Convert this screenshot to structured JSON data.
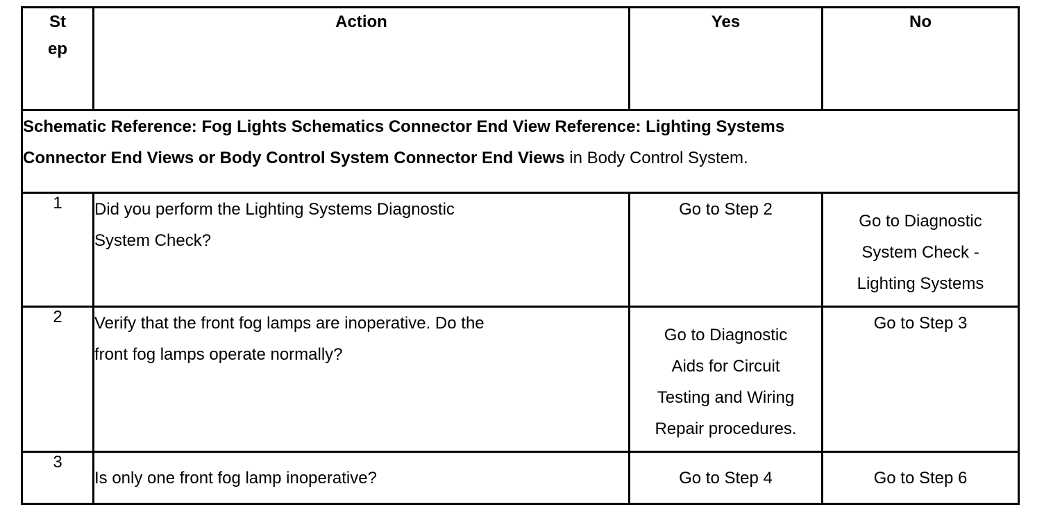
{
  "header": {
    "step_line1": "St",
    "step_line2": "ep",
    "action": "Action",
    "yes": "Yes",
    "no": "No"
  },
  "reference": {
    "bold_part1": "Schematic Reference: Fog Lights Schematics Connector End View Reference: Lighting Systems",
    "bold_part2": "Connector End Views or Body Control System Connector End Views",
    "normal_part": " in Body Control System."
  },
  "rows": [
    {
      "step": "1",
      "action_lines": [
        "Did you perform the Lighting Systems Diagnostic",
        "System Check?"
      ],
      "yes_lines": [
        "Go to Step 2"
      ],
      "no_lines": [
        "Go to Diagnostic",
        "System Check -",
        "Lighting Systems"
      ]
    },
    {
      "step": "2",
      "action_lines": [
        "Verify that the front fog lamps are inoperative. Do the",
        "front fog lamps operate normally?"
      ],
      "yes_lines": [
        "Go to Diagnostic",
        "Aids for Circuit",
        "Testing and Wiring",
        "Repair procedures."
      ],
      "no_lines": [
        "Go to Step 3"
      ]
    },
    {
      "step": "3",
      "action_lines": [
        "Is only one front fog lamp inoperative?"
      ],
      "yes_lines": [
        "Go to Step 4"
      ],
      "no_lines": [
        "Go to Step 6"
      ]
    }
  ]
}
